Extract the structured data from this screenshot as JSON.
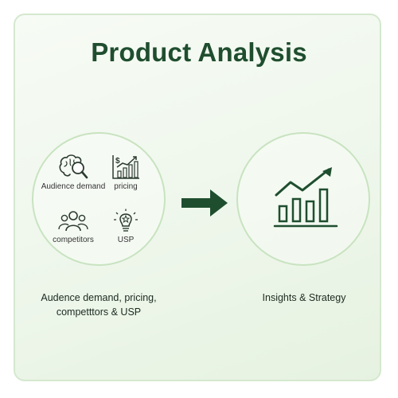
{
  "title": "Product Analysis",
  "input": {
    "factors": [
      {
        "label": "Audience demand",
        "icon": "brain-magnifier-icon"
      },
      {
        "label": "pricing",
        "icon": "price-chart-icon"
      },
      {
        "label": "competitors",
        "icon": "people-group-icon"
      },
      {
        "label": "USP",
        "icon": "lightbulb-star-icon"
      }
    ],
    "caption_line1": "Audence demand, pricing,",
    "caption_line2": "competttors & USP"
  },
  "output": {
    "icon": "growth-chart-icon",
    "caption": "Insights & Strategy"
  },
  "colors": {
    "primary": "#1f4e2f",
    "circle_border": "#c8e3c0",
    "background": "#eff7ec"
  }
}
